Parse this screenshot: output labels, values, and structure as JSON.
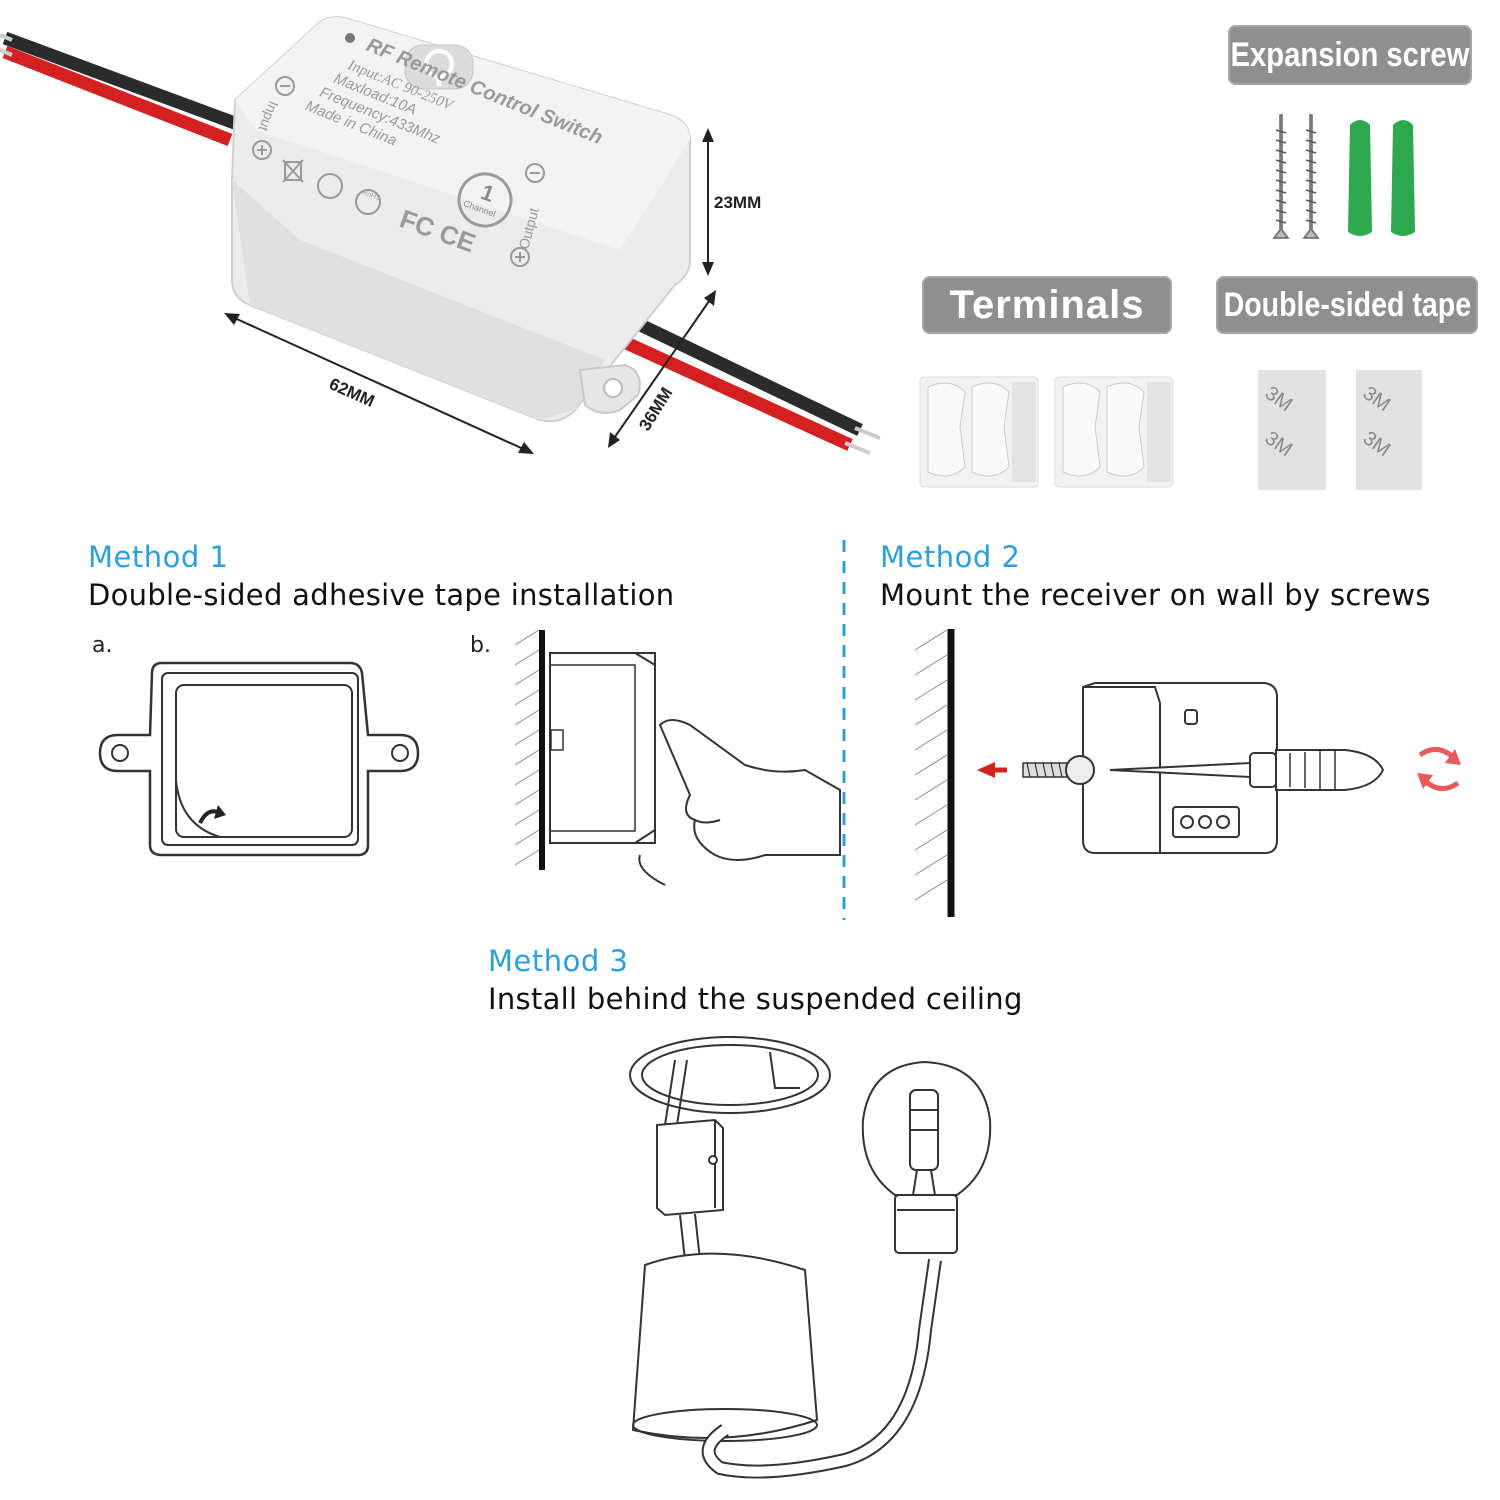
{
  "product": {
    "title": "RF Remote Control Switch",
    "specs": [
      "Input:AC 90-250V",
      "Maxload:10A",
      "Frequency:433Mhz",
      "Made in China"
    ],
    "input_label": "Input",
    "output_label": "Output",
    "channel_number": "1",
    "channel_word": "Channel",
    "cert_marks": "FC CE",
    "rohs_mark": "RoHS"
  },
  "dimensions": {
    "height": "23MM",
    "length": "62MM",
    "width": "36MM"
  },
  "accessories": {
    "expansion_screw": "Expansion screw",
    "terminals": "Terminals",
    "tape": "Double-sided tape",
    "tape_print": "3M"
  },
  "methods": [
    {
      "title": "Method 1",
      "description": "Double-sided adhesive tape installation",
      "steps": [
        "a.",
        "b."
      ]
    },
    {
      "title": "Method 2",
      "description": "Mount the receiver on wall by screws"
    },
    {
      "title": "Method 3",
      "description": "Install behind the suspended ceiling"
    }
  ],
  "colors": {
    "method_title": "#2f9fd8",
    "badge": "#8f8f8f",
    "wire_red": "#d42020",
    "wire_black": "#2b2b2b",
    "anchor_green": "#2ea84f",
    "rotate_red": "#e8595c"
  }
}
